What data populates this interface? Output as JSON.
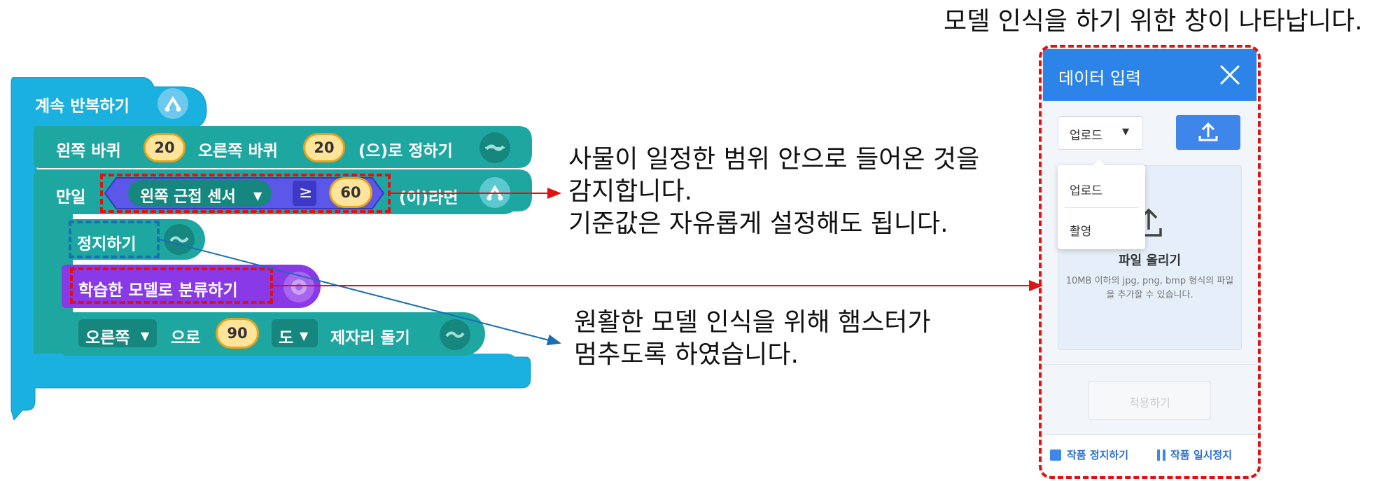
{
  "panel_caption": "모델 인식을 하기 위한 창이 나타납니다.",
  "blocks": {
    "repeat_label": "계속 반복하기",
    "wheels": {
      "left_label": "왼쪽 바퀴",
      "left_value": "20",
      "right_label": "오른쪽 바퀴",
      "right_value": "20",
      "suffix": "(으)로 정하기"
    },
    "if_block": {
      "label": "만일",
      "sensor": "왼쪽 근접 센서",
      "operator": "≥",
      "value": "60",
      "suffix": "(이)라면"
    },
    "stop_label": "정지하기",
    "classify_label": "학습한 모델로 분류하기",
    "turn": {
      "direction": "오른쪽",
      "text1": "으로",
      "value": "90",
      "unit": "도",
      "suffix": "제자리 돌기"
    }
  },
  "annotations": {
    "sensor_note": [
      "사물이 일정한 범위 안으로 들어온 것을",
      "감지합니다.",
      "기준값은 자유롭게 설정해도 됩니다."
    ],
    "stop_note": [
      "원활한 모델 인식을 위해 햄스터가",
      "멈추도록 하였습니다."
    ]
  },
  "panel": {
    "title": "데이터 입력",
    "select_value": "업로드",
    "dropdown_options": [
      "업로드",
      "촬영"
    ],
    "upload_title": "파일 올리기",
    "upload_desc": [
      "10MB 이하의 jpg, png, bmp 형식의 파일",
      "을 추가할 수 있습니다."
    ],
    "apply_label": "적용하기",
    "stop_label": "작품 정지하기",
    "pause_label": "작품 일시정지"
  },
  "colors": {
    "repeat": "#1ab0e0",
    "hamster": "#1ea7a0",
    "ai": "#8a39e6",
    "sensor": "#5b57e8",
    "header": "#2c84e8",
    "highlight_red": "#e21010",
    "highlight_blue": "#1a6fb4"
  }
}
